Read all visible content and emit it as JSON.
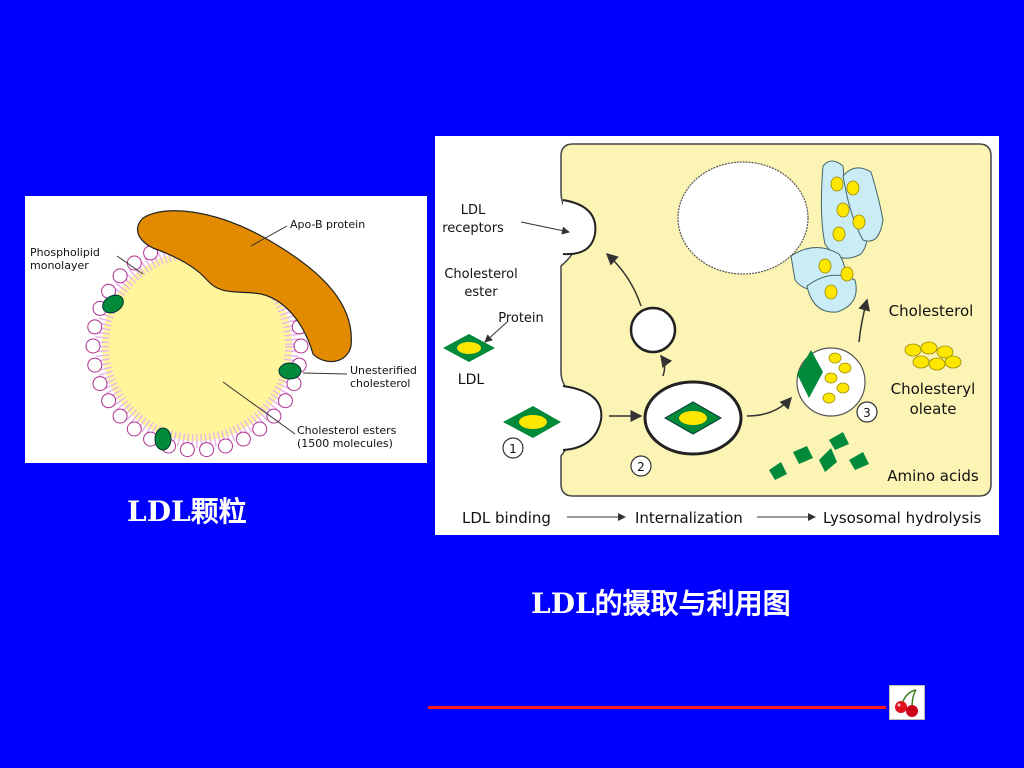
{
  "particle": {
    "label_apob": "Apo-B protein",
    "label_phospholipid_1": "Phospholipid",
    "label_phospholipid_2": "monolayer",
    "label_unesterified_1": "Unesterified",
    "label_unesterified_2": "cholesterol",
    "label_esters_1": "Cholesterol esters",
    "label_esters_2": "(1500 molecules)",
    "caption": "LDL颗粒"
  },
  "uptake": {
    "label_receptors_1": "LDL",
    "label_receptors_2": "receptors",
    "label_ester_1": "Cholesterol",
    "label_ester_2": "ester",
    "label_protein": "Protein",
    "label_ldl": "LDL",
    "label_cholesterol": "Cholesterol",
    "label_oleate_1": "Cholesteryl",
    "label_oleate_2": "oleate",
    "label_amino": "Amino acids",
    "step_1": "1",
    "step_2": "2",
    "step_3": "3",
    "flow_binding": "LDL binding",
    "flow_internalization": "Internalization",
    "flow_hydrolysis": "Lysosomal hydrolysis",
    "caption": "LDL的摄取与利用图"
  },
  "colors": {
    "background": "#0000ff",
    "core_yellow": "#fff59a",
    "apob_orange": "#e38b00",
    "green": "#008a3a",
    "cell_yellow": "#fbf4b5",
    "footer_red": "#ff1a1a"
  },
  "icons": {
    "nav": "cherry-icon"
  }
}
